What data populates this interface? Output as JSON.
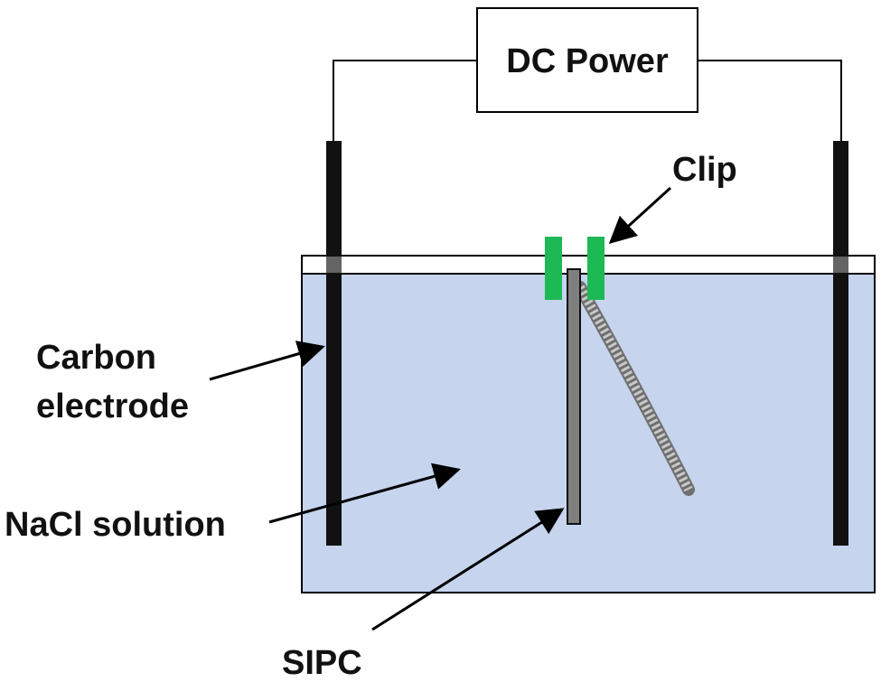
{
  "labels": {
    "power": "DC Power",
    "clip": "Clip",
    "carbon_line1": "Carbon",
    "carbon_line2": "electrode",
    "nacl": "NaCl solution",
    "sipc": "SIPC"
  },
  "colors": {
    "solution": "#c6d4ee",
    "electrode": "#111111",
    "clip": "#1db954",
    "sample": "#7f7f7f",
    "line": "#000000",
    "background": "#ffffff"
  }
}
